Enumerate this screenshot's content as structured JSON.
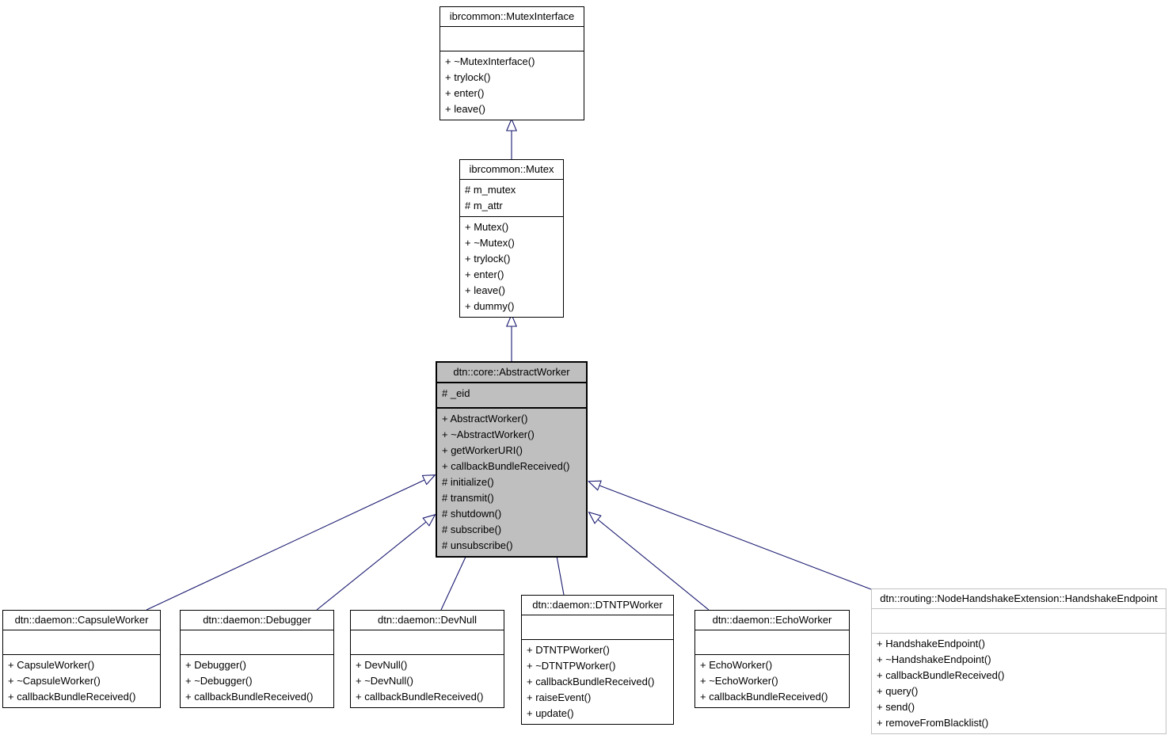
{
  "colors": {
    "edge": "#191970",
    "highlight_fill": "#bfbfbf",
    "muted_border": "#c2c2c2",
    "normal_border": "#000000",
    "background": "#ffffff",
    "text": "#000000"
  },
  "diagram": {
    "type": "uml-class-inheritance",
    "classes": [
      {
        "id": "mutex-interface",
        "title": "ibrcommon::MutexInterface",
        "attributes": [],
        "methods": [
          "+ ~MutexInterface()",
          "+ trylock()",
          "+ enter()",
          "+ leave()"
        ],
        "emphasis": "normal"
      },
      {
        "id": "mutex",
        "title": "ibrcommon::Mutex",
        "attributes": [
          "# m_mutex",
          "# m_attr"
        ],
        "methods": [
          "+ Mutex()",
          "+ ~Mutex()",
          "+ trylock()",
          "+ enter()",
          "+ leave()",
          "+ dummy()"
        ],
        "emphasis": "normal"
      },
      {
        "id": "abstract-worker",
        "title": "dtn::core::AbstractWorker",
        "attributes": [
          "# _eid"
        ],
        "methods": [
          "+ AbstractWorker()",
          "+ ~AbstractWorker()",
          "+ getWorkerURI()",
          "+ callbackBundleReceived()",
          "# initialize()",
          "# transmit()",
          "# shutdown()",
          "# subscribe()",
          "# unsubscribe()"
        ],
        "emphasis": "highlight"
      },
      {
        "id": "capsule-worker",
        "title": "dtn::daemon::CapsuleWorker",
        "attributes": [],
        "methods": [
          "+ CapsuleWorker()",
          "+ ~CapsuleWorker()",
          "+ callbackBundleReceived()"
        ],
        "emphasis": "normal"
      },
      {
        "id": "debugger",
        "title": "dtn::daemon::Debugger",
        "attributes": [],
        "methods": [
          "+ Debugger()",
          "+ ~Debugger()",
          "+ callbackBundleReceived()"
        ],
        "emphasis": "normal"
      },
      {
        "id": "devnull",
        "title": "dtn::daemon::DevNull",
        "attributes": [],
        "methods": [
          "+ DevNull()",
          "+ ~DevNull()",
          "+ callbackBundleReceived()"
        ],
        "emphasis": "normal"
      },
      {
        "id": "dtntp-worker",
        "title": "dtn::daemon::DTNTPWorker",
        "attributes": [],
        "methods": [
          "+ DTNTPWorker()",
          "+ ~DTNTPWorker()",
          "+ callbackBundleReceived()",
          "+ raiseEvent()",
          "+ update()"
        ],
        "emphasis": "normal"
      },
      {
        "id": "echo-worker",
        "title": "dtn::daemon::EchoWorker",
        "attributes": [],
        "methods": [
          "+ EchoWorker()",
          "+ ~EchoWorker()",
          "+ callbackBundleReceived()"
        ],
        "emphasis": "normal"
      },
      {
        "id": "handshake-endpoint",
        "title": "dtn::routing::NodeHandshakeExtension::HandshakeEndpoint",
        "attributes": [],
        "methods": [
          "+ HandshakeEndpoint()",
          "+ ~HandshakeEndpoint()",
          "+ callbackBundleReceived()",
          "+ query()",
          "+ send()",
          "+ removeFromBlacklist()"
        ],
        "emphasis": "muted"
      }
    ],
    "edges": [
      {
        "from": "mutex",
        "to": "mutex-interface",
        "type": "inheritance"
      },
      {
        "from": "abstract-worker",
        "to": "mutex",
        "type": "inheritance"
      },
      {
        "from": "capsule-worker",
        "to": "abstract-worker",
        "type": "inheritance"
      },
      {
        "from": "debugger",
        "to": "abstract-worker",
        "type": "inheritance"
      },
      {
        "from": "devnull",
        "to": "abstract-worker",
        "type": "inheritance"
      },
      {
        "from": "dtntp-worker",
        "to": "abstract-worker",
        "type": "inheritance"
      },
      {
        "from": "echo-worker",
        "to": "abstract-worker",
        "type": "inheritance"
      },
      {
        "from": "handshake-endpoint",
        "to": "abstract-worker",
        "type": "inheritance"
      }
    ]
  }
}
